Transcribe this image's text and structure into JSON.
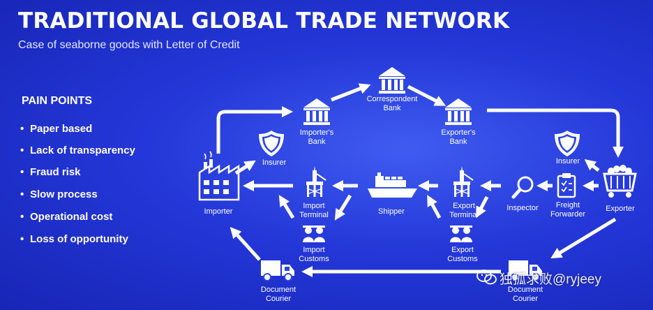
{
  "title": "TRADITIONAL GLOBAL TRADE NETWORK",
  "subtitle": "Case of seaborne goods with Letter of Credit",
  "pain_points": {
    "heading": "PAIN POINTS",
    "items": [
      "Paper based",
      "Lack of transparency",
      "Fraud risk",
      "Slow process",
      "Operational cost",
      "Loss of opportunity"
    ]
  },
  "nodes": {
    "correspondent_bank": "Correspondent Bank",
    "importers_bank": "Importer's Bank",
    "exporters_bank": "Exporter's Bank",
    "insurer_left": "Insurer",
    "insurer_right": "Insurer",
    "importer": "Importer",
    "import_terminal": "Import Terminal",
    "shipper": "Shipper",
    "export_terminal": "Export Terminal",
    "inspector": "Inspector",
    "freight_forwarder": "Freight Forwarder",
    "exporter": "Exporter",
    "import_customs": "Import Customs",
    "export_customs": "Export Customs",
    "document_courier_left": "Document Courier",
    "document_courier_right": "Document Courier"
  },
  "watermark": "独孤求败@ryjeey",
  "colors": {
    "background": "#2437d8",
    "foreground": "#ffffff"
  }
}
